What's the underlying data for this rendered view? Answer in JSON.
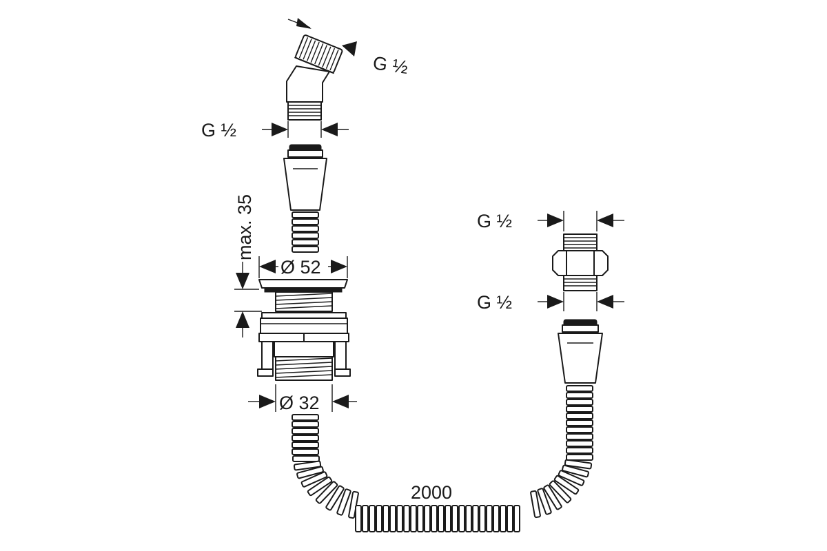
{
  "labels": {
    "elbow_outlet_thread": "G ½",
    "elbow_inlet_thread": "G ½",
    "deck_plate_height": "max. 35",
    "flange_diameter": "Ø 52",
    "shank_diameter": "Ø 32",
    "nipple_top_thread": "G ½",
    "nipple_bottom_thread": "G ½",
    "hose_length": "2000"
  }
}
